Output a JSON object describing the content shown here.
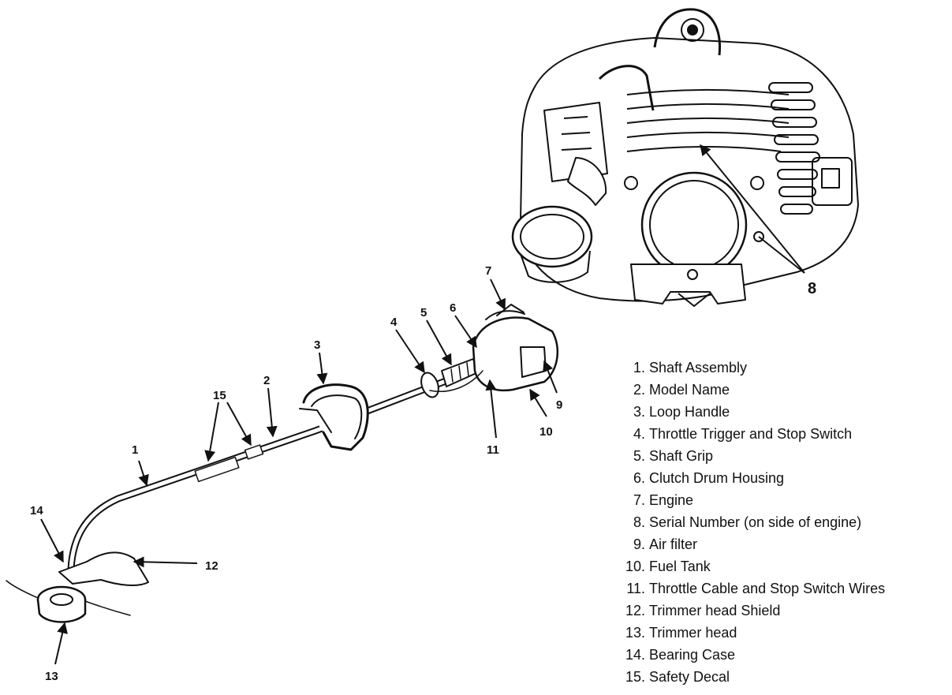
{
  "callouts": [
    "1",
    "2",
    "3",
    "4",
    "5",
    "6",
    "7",
    "8",
    "9",
    "10",
    "11",
    "12",
    "13",
    "14",
    "15",
    "15"
  ],
  "legend": [
    {
      "num": "1.",
      "label": "Shaft Assembly"
    },
    {
      "num": "2.",
      "label": "Model Name"
    },
    {
      "num": "3.",
      "label": "Loop Handle"
    },
    {
      "num": "4.",
      "label": "Throttle Trigger and Stop Switch"
    },
    {
      "num": "5.",
      "label": "Shaft Grip"
    },
    {
      "num": "6.",
      "label": "Clutch Drum Housing"
    },
    {
      "num": "7.",
      "label": "Engine"
    },
    {
      "num": "8.",
      "label": "Serial Number (on side of engine)"
    },
    {
      "num": "9.",
      "label": "Air filter"
    },
    {
      "num": "10.",
      "label": "Fuel Tank"
    },
    {
      "num": "11.",
      "label": "Throttle Cable and Stop Switch Wires"
    },
    {
      "num": "12.",
      "label": "Trimmer head Shield"
    },
    {
      "num": "13.",
      "label": "Trimmer head"
    },
    {
      "num": "14.",
      "label": "Bearing Case"
    },
    {
      "num": "15.",
      "label": "Safety Decal"
    }
  ]
}
